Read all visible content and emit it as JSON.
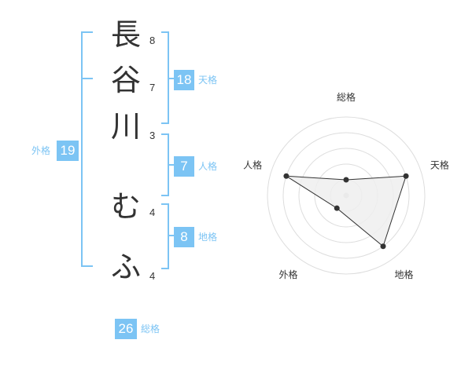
{
  "name_chars": [
    {
      "char": "長",
      "strokes": "8"
    },
    {
      "char": "谷",
      "strokes": "7"
    },
    {
      "char": "川",
      "strokes": "3"
    },
    {
      "char": "む",
      "strokes": "4"
    },
    {
      "char": "ふ",
      "strokes": "4"
    }
  ],
  "fortune": {
    "tenkaku": {
      "label": "天格",
      "value": "18"
    },
    "jinkaku": {
      "label": "人格",
      "value": "7"
    },
    "chikaku": {
      "label": "地格",
      "value": "8"
    },
    "gaikaku": {
      "label": "外格",
      "value": "19"
    },
    "soukaku": {
      "label": "総格",
      "value": "26"
    }
  },
  "chart_data": {
    "type": "radar",
    "axes": [
      "総格",
      "天格",
      "地格",
      "外格",
      "人格"
    ],
    "values": [
      1,
      4,
      4,
      1,
      4
    ],
    "max": 5,
    "grid_rings": 5,
    "colors": {
      "accent": "#7cc4f4",
      "fill": "#eeeeee",
      "line": "#333333",
      "grid": "#dddddd"
    }
  }
}
